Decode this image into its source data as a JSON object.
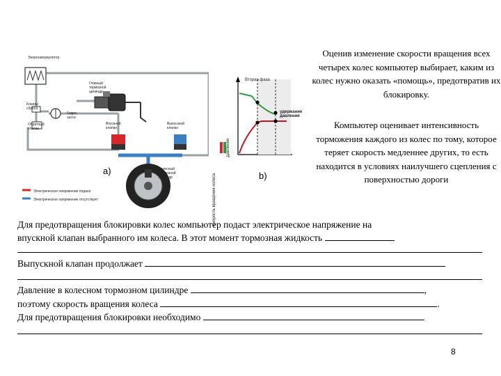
{
  "diagram_a": {
    "label": "a)",
    "energy_accumulator": "Энергоаккумулятор",
    "master_cylinder": "Главный тормозной цилиндр",
    "valve_left": "Клапан сброса",
    "pressure_regulator": "Гидро-насос",
    "return_valve": "Обратный клапан",
    "inlet_valve": "Впускной клапан",
    "outlet_valve": "Выпускной клапан",
    "wheel_cylinder": "Колесный тормозной цилиндр",
    "legend_red": "Электрическое напряжение подано",
    "legend_blue": "Электрическое напряжение отсутствует"
  },
  "diagram_b": {
    "label": "b)",
    "phase_label": "Вторая фаза",
    "hold_label": "удержание давления",
    "axis_speed": "Скорость вращения колеса",
    "axis_pressure": "Давление"
  },
  "right_column": {
    "para1": "Оценив изменение скорости вращения всех четырех колес компьютер выбирает, каким из колес нужно оказать «помощь», предотвратив их блокировку.",
    "para2": "Компьютер оценивает интенсивность торможения каждого из колес по тому, которое теряет скорость медленнее других, то есть находится в условиях наилучшего сцепления с поверхностью дороги"
  },
  "body": {
    "line1": "Для предотвращения блокировки колес компьютер подаст электрическое напряжение на",
    "line2": "впускной клапан выбранного им колеса. В этот момент тормозная жидкость",
    "line4": "Выпускной клапан продолжает",
    "line6": "Давление в колесном тормозном цилиндре",
    "line6_end": ",",
    "line7": "поэтому скорость вращения колеса",
    "line7_end": ".",
    "line8": "Для предотвращения блокировки необходимо"
  },
  "page_number": "8",
  "colors": {
    "red": "#d9262b",
    "blue": "#3a7fc1",
    "green": "#2e9b3e",
    "graph_red": "#c0161f"
  }
}
